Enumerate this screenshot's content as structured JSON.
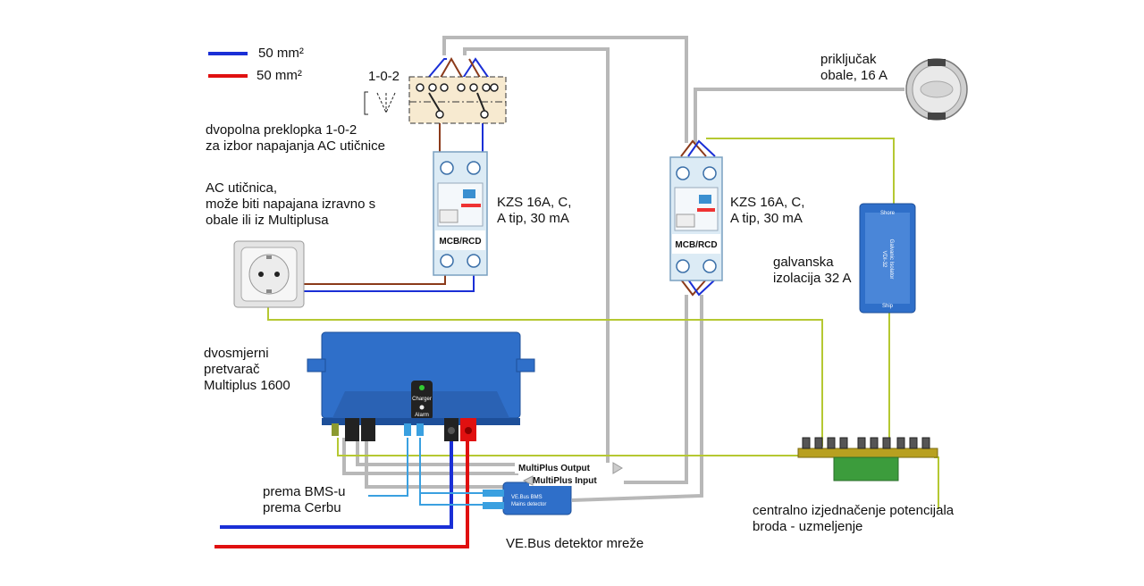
{
  "legend": [
    {
      "label": "50 mm²",
      "color": "#1a2fd6"
    },
    {
      "label": "50 mm²",
      "color": "#e01010"
    }
  ],
  "labels": {
    "switch_position": "1-0-2",
    "switch_desc": [
      "dvopolna preklopka 1-0-2",
      "za izbor napajanja AC utičnice"
    ],
    "socket_desc": [
      "AC utičnica,",
      "može biti napajana izravno s",
      "obale ili iz Multiplusa"
    ],
    "mcb1_desc": [
      "KZS 16A, C,",
      "A tip, 30 mA"
    ],
    "mcb2_desc": [
      "KZS 16A, C,",
      "A tip, 30 mA"
    ],
    "shore_desc": [
      "priključak",
      "obale, 16 A"
    ],
    "isolator_desc": [
      "galvanska",
      "izolacija 32 A"
    ],
    "inverter_desc": [
      "dvosmjerni",
      "pretvarač",
      "Multiplus 1600"
    ],
    "bms_label": "prema BMS-u",
    "cerbo_label": "prema Cerbu",
    "detector_desc": "VE.Bus  detektor mreže",
    "busbar_desc": [
      "centralno izjednačenje potencijala",
      "broda - uzmeljenje"
    ],
    "mp_output": "MultiPlus Output",
    "mp_input": "MultiPlus Input",
    "mcb_face": "MCB/RCD",
    "detector_face": [
      "VE.Bus BMS",
      "Mains detector"
    ],
    "isolator_face": [
      "Galvanic Isolator",
      "VDI-32"
    ],
    "isolator_shore": "Shore",
    "isolator_ship": "Ship",
    "inverter_leds": [
      "Charger",
      "Alarm"
    ]
  },
  "colors": {
    "blue_wire": "#1a2fd6",
    "red_wire": "#e01010",
    "gray_wire": "#b8b8b8",
    "ground_wire": "#b5c832",
    "device_blue": "#2f6fc9",
    "mcb_body": "#dcebf5"
  }
}
